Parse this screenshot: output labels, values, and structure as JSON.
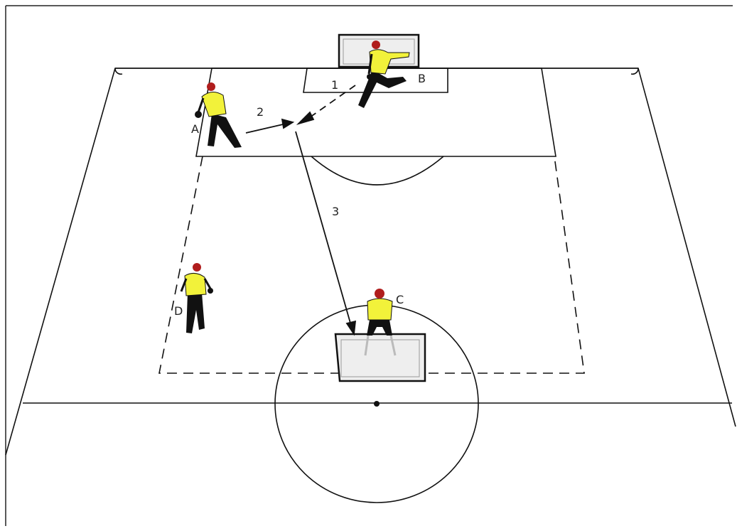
{
  "labels": {
    "player_a": "A",
    "player_b": "B",
    "player_c": "C",
    "player_d": "D",
    "step_1": "1",
    "step_2": "2",
    "step_3": "3"
  },
  "colors": {
    "line": "#111111",
    "jersey": "#f2f23a",
    "shorts": "#111111",
    "head": "#b01d1d",
    "goal_fill": "#eeeeee"
  }
}
